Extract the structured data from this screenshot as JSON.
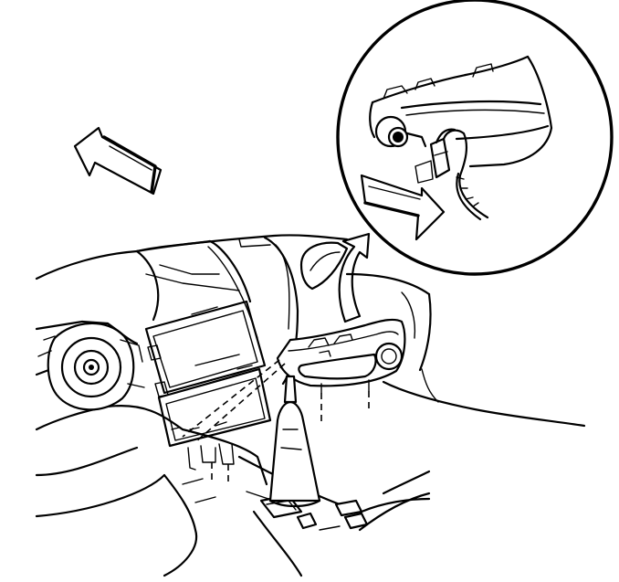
{
  "diagram": {
    "type": "service-illustration",
    "text_labels": [],
    "parts": [
      "forward-direction-arrow",
      "removal-direction-arrow",
      "detail-direction-arrow",
      "detail-view-circle",
      "steering-column-housing",
      "instrument-panel",
      "radio-hvac-bezel-opening",
      "accessory-trim-plate",
      "power-outlet",
      "electrical-connector",
      "wiring-harness",
      "shift-lever",
      "center-console"
    ]
  }
}
